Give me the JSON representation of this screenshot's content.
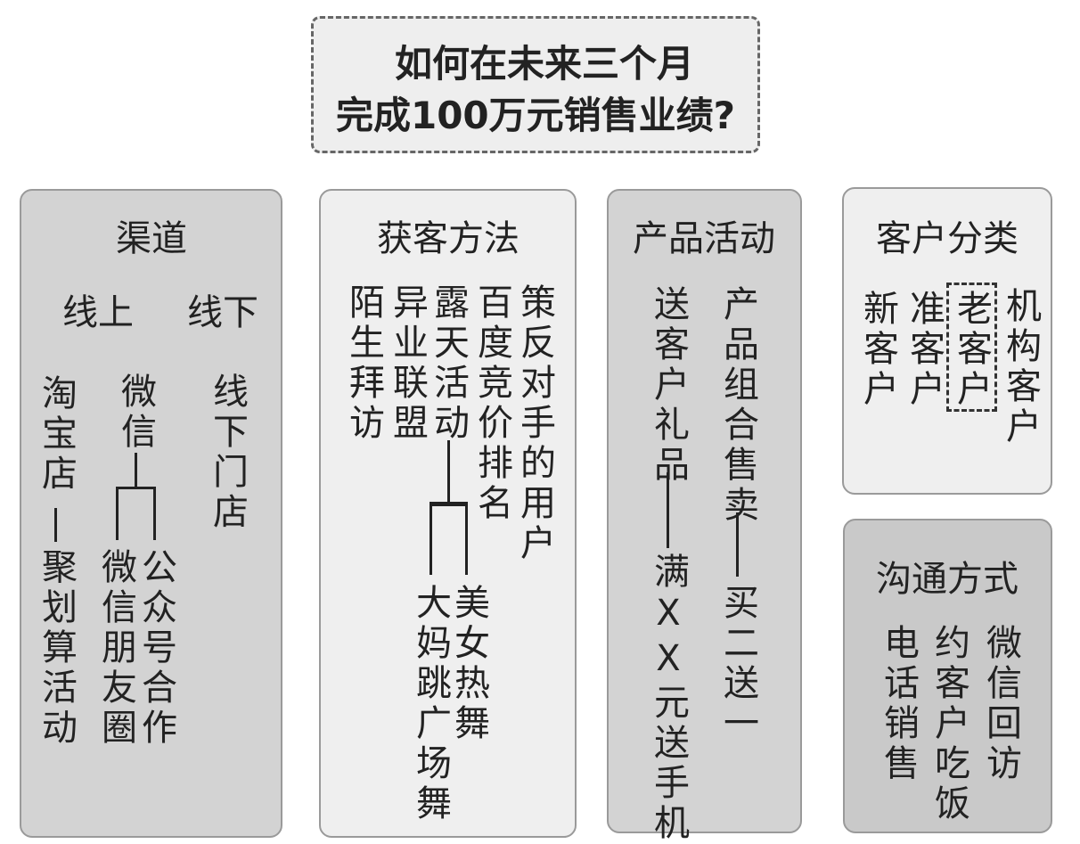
{
  "title": {
    "line1": "如何在未来三个月",
    "line2": "完成100万元销售业绩?"
  },
  "channels": {
    "heading": "渠道",
    "online": "线上",
    "offline": "线下",
    "taobao": "淘宝店",
    "juhuasuan": "聚划算活动",
    "wechat": "微信",
    "wechat_moments": "微信朋友圈",
    "official_account": "公众号合作",
    "offline_store": "线下门店"
  },
  "acquisition": {
    "heading": "获客方法",
    "cold_visit": "陌生拜访",
    "alliance": "异业联盟",
    "outdoor": "露天活动",
    "baidu": "百度竞价排名",
    "competitor": "策反对手的用户",
    "square_dance": "大妈跳广场舞",
    "dance": "美女热舞"
  },
  "product": {
    "heading": "产品活动",
    "gift": "送客户礼品",
    "phone_gift": "满XX元送手机",
    "bundle": "产品组合售卖",
    "buy_two": "买二送一"
  },
  "customers": {
    "heading": "客户分类",
    "new": "新客户",
    "prospect": "准客户",
    "old": "老客户",
    "institution": "机构客户"
  },
  "communication": {
    "heading": "沟通方式",
    "phone": "电话销售",
    "dinner": "约客户吃饭",
    "wechat_followup": "微信回访"
  }
}
